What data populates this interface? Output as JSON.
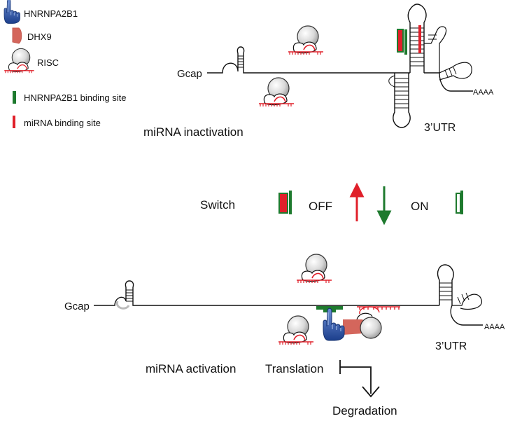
{
  "legend": {
    "hnrnpa2b1": "HNRNPA2B1",
    "dhx9": "DHX9",
    "risc": "RISC",
    "hnrnpa2b1_site": "HNRNPA2B1 binding site",
    "mirna_site": "miRNA binding site"
  },
  "top_panel": {
    "cap": "Gcap",
    "polya": "AAAA",
    "utr": "3’UTR",
    "caption": "miRNA inactivation"
  },
  "switch": {
    "label": "Switch",
    "off": "OFF",
    "on": "ON"
  },
  "bottom_panel": {
    "cap": "Gcap",
    "polya": "AAAA",
    "utr": "3’UTR",
    "caption": "miRNA activation",
    "translation": "Translation",
    "degradation": "Degradation"
  },
  "colors": {
    "green": "#1e7a2e",
    "red": "#e0202a",
    "protein_blue": "#2450a0",
    "dhx9": "#d4665c",
    "risc_fill": "#d8d8d8",
    "black": "#111111"
  }
}
